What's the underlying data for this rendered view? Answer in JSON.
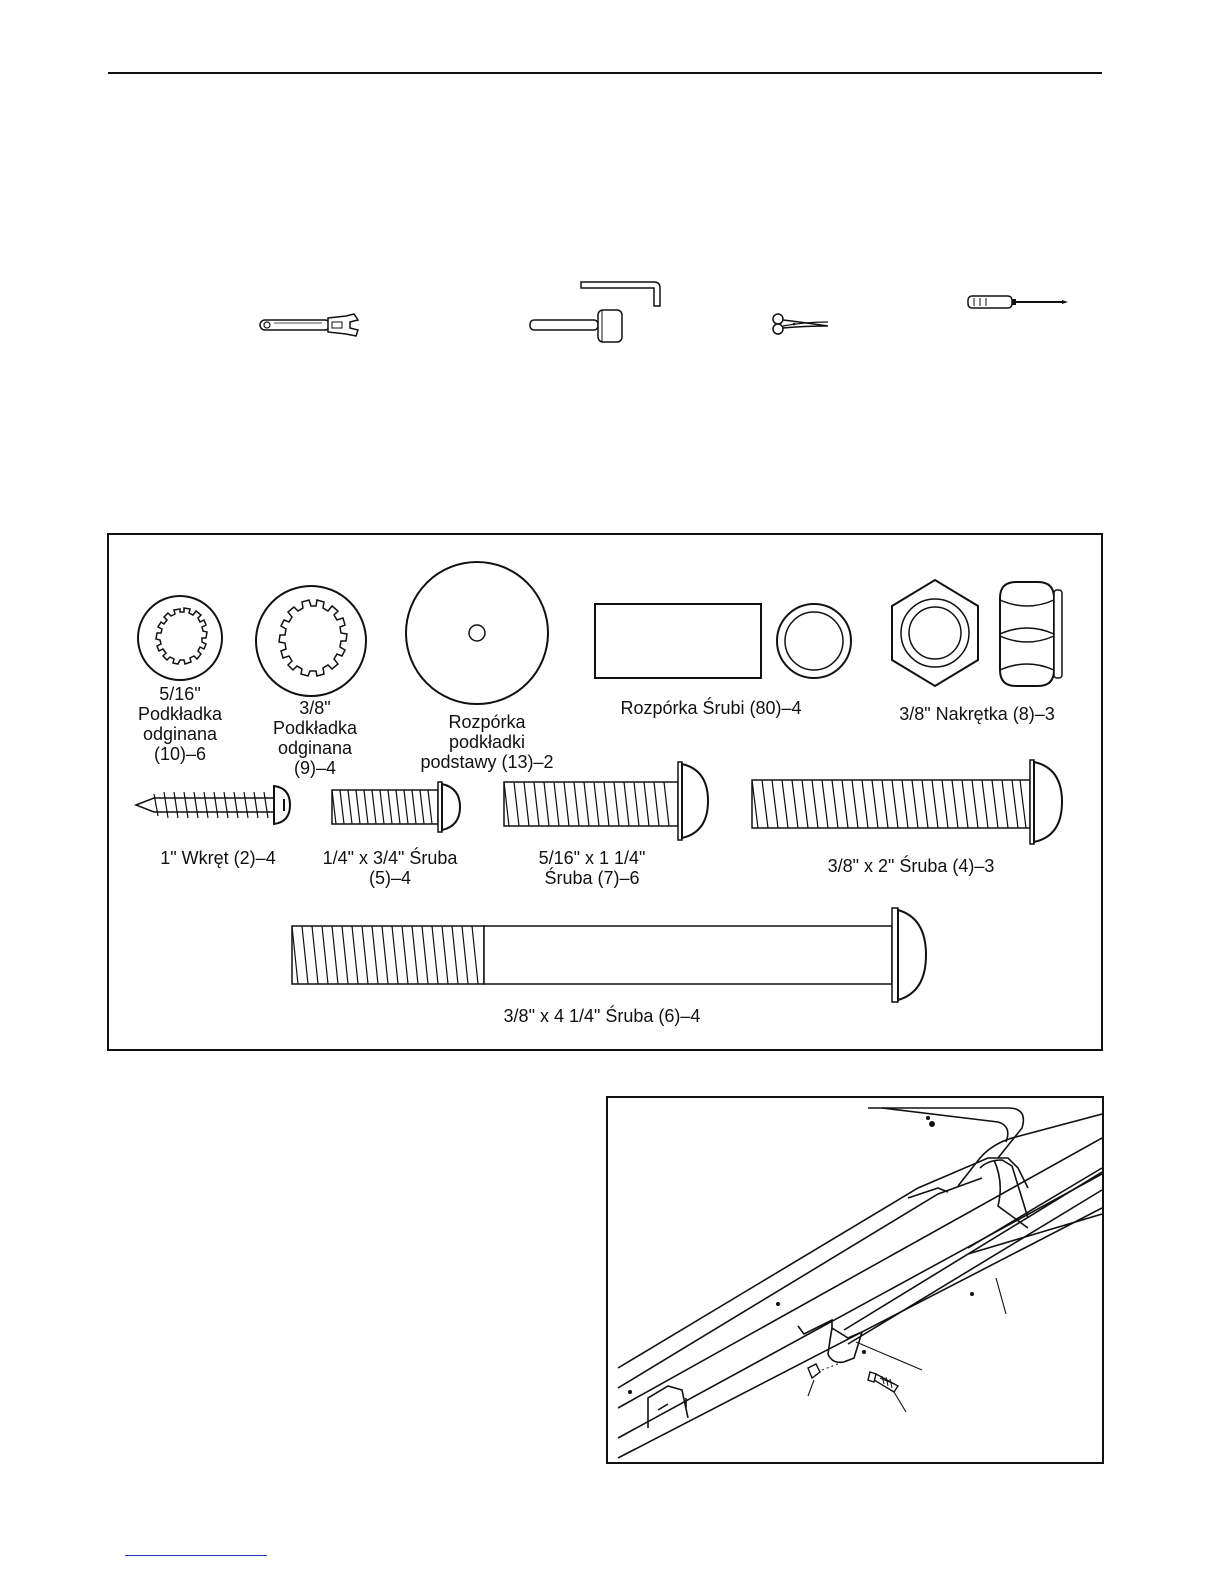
{
  "tools": [
    {
      "name": "adjustable-wrench-icon"
    },
    {
      "name": "hex-key-icon"
    },
    {
      "name": "mallet-icon"
    },
    {
      "name": "scissors-icon"
    },
    {
      "name": "screwdriver-icon"
    }
  ],
  "parts": {
    "p10": {
      "line1": "5/16\"",
      "line2": "Podkładka",
      "line3": "odginana",
      "line4": "(10)–6"
    },
    "p9": {
      "line1": "3/8\"",
      "line2": "Podkładka",
      "line3": "odginana",
      "line4": "(9)–4"
    },
    "p13": {
      "line1": "Rozpórka",
      "line2": "podkładki",
      "line3": "podstawy (13)–2"
    },
    "p80": {
      "line1": "Rozpórka Śrubi (80)–4"
    },
    "p8": {
      "line1": "3/8\" Nakrętka (8)–3"
    },
    "p2": {
      "line1": "1\" Wkręt (2)–4"
    },
    "p5": {
      "line1": "1/4\" x 3/4\" Śruba",
      "line2": "(5)–4"
    },
    "p7": {
      "line1": "5/16\" x 1 1/4\"",
      "line2": "Śruba (7)–6"
    },
    "p4": {
      "line1": "3/8\" x 2\" Śruba (4)–3"
    },
    "p6": {
      "line1": "3/8\" x 4 1/4\" Śruba (6)–4"
    }
  }
}
